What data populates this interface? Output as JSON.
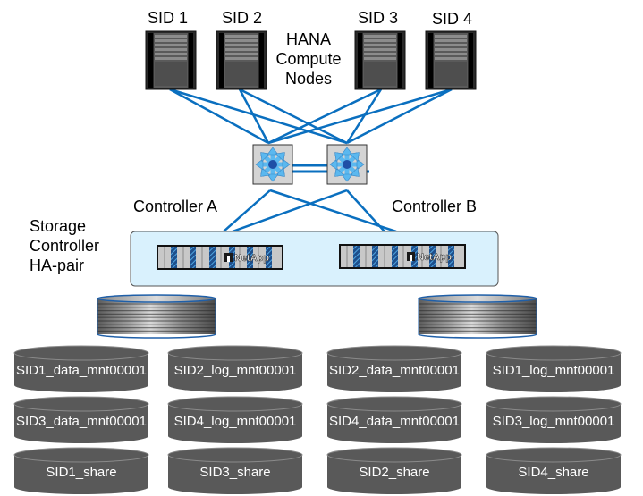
{
  "diagram": {
    "compute": {
      "title_lines": [
        "HANA",
        "Compute",
        "Nodes"
      ],
      "nodes": [
        {
          "id": "sid1",
          "label": "SID 1"
        },
        {
          "id": "sid2",
          "label": "SID 2"
        },
        {
          "id": "sid3",
          "label": "SID 3"
        },
        {
          "id": "sid4",
          "label": "SID 4"
        }
      ]
    },
    "switches": [
      {
        "id": "switch-1",
        "icon": "network-switch-icon"
      },
      {
        "id": "switch-2",
        "icon": "network-switch-icon"
      }
    ],
    "storage": {
      "title_lines": [
        "Storage",
        "Controller",
        "HA-pair"
      ],
      "controllers": [
        {
          "id": "controller-a",
          "label": "Controller A",
          "brand": "NetApp"
        },
        {
          "id": "controller-b",
          "label": "Controller B",
          "brand": "NetApp"
        }
      ],
      "disk_shelves": [
        {
          "id": "shelf-a",
          "icon": "disk-shelf-icon"
        },
        {
          "id": "shelf-b",
          "icon": "disk-shelf-icon"
        }
      ]
    },
    "volumes": {
      "columns": [
        [
          "SID1_data_mnt00001",
          "SID3_data_mnt00001",
          "SID1_share"
        ],
        [
          "SID2_log_mnt00001",
          "SID4_log_mnt00001",
          "SID3_share"
        ],
        [
          "SID2_data_mnt00001",
          "SID4_data_mnt00001",
          "SID2_share"
        ],
        [
          "SID1_log_mnt00001",
          "SID3_log_mnt00001",
          "SID4_share"
        ]
      ]
    },
    "colors": {
      "link": "#0a6fbf",
      "ha_box_fill": "#d9f1fd",
      "volume_fill": "#595959",
      "server_dark": "#1a1a1a",
      "server_mid": "#5a5a5a",
      "switch_fill": "#d4d4d4",
      "switch_arrows": "#5bb8ef",
      "switch_core": "#1f4fa6"
    }
  }
}
